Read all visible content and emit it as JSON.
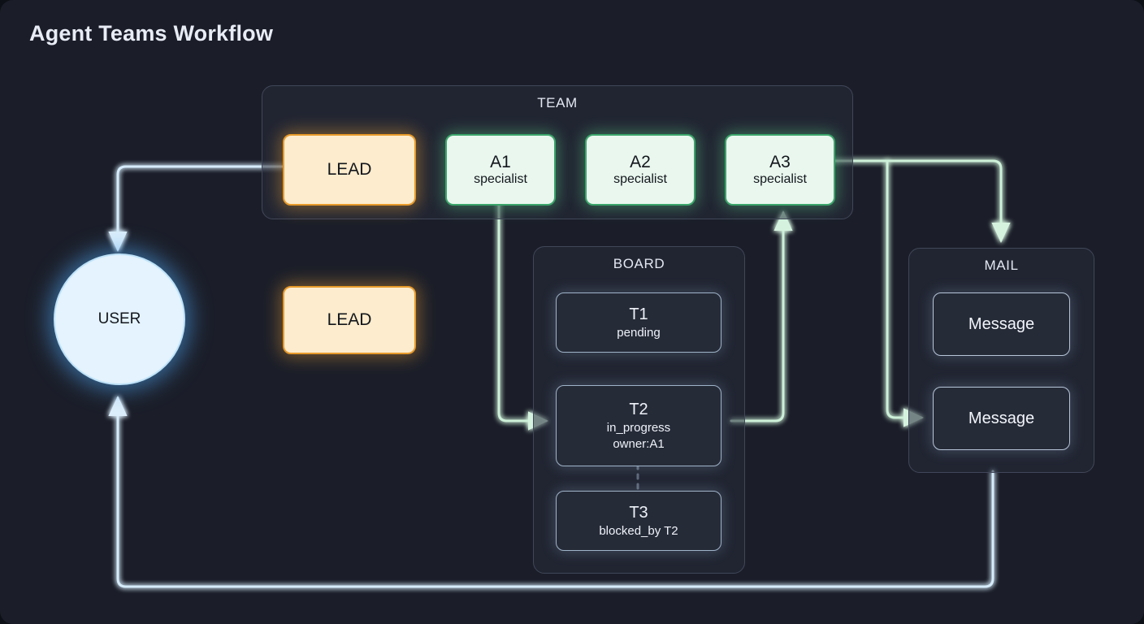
{
  "title": "Agent Teams Workflow",
  "groups": {
    "team": {
      "label": "TEAM"
    },
    "board": {
      "label": "BOARD"
    },
    "mail": {
      "label": "MAIL"
    }
  },
  "nodes": {
    "user": {
      "label": "USER"
    },
    "lead_team": {
      "label": "LEAD"
    },
    "lead_main": {
      "label": "LEAD"
    },
    "agents": [
      {
        "id": "A1",
        "name": "A1",
        "role": "specialist"
      },
      {
        "id": "A2",
        "name": "A2",
        "role": "specialist"
      },
      {
        "id": "A3",
        "name": "A3",
        "role": "specialist"
      }
    ],
    "tasks": [
      {
        "id": "T1",
        "name": "T1",
        "status": "pending",
        "owner": ""
      },
      {
        "id": "T2",
        "name": "T2",
        "status": "in_progress",
        "owner": "owner:A1"
      },
      {
        "id": "T3",
        "name": "T3",
        "status": "blocked_by T2",
        "owner": ""
      }
    ],
    "messages": [
      {
        "label": "Message"
      },
      {
        "label": "Message"
      }
    ]
  },
  "colors": {
    "background": "#1b1e29",
    "agent_fill": "#e9f7ee",
    "agent_border": "#3ba56a",
    "lead_fill": "#fdeccd",
    "lead_border": "#e79a2b",
    "user_fill": "#e4f3fd",
    "user_glow": "#4ea6f0",
    "task_fill": "#262b38",
    "task_border": "#9fb3c8",
    "edge_blue": "#d6ecfb",
    "edge_green": "#cdf0d8",
    "edge_orange": "#fbe8c4",
    "group_border": "#414759",
    "title_text": "#e8ecf5"
  }
}
